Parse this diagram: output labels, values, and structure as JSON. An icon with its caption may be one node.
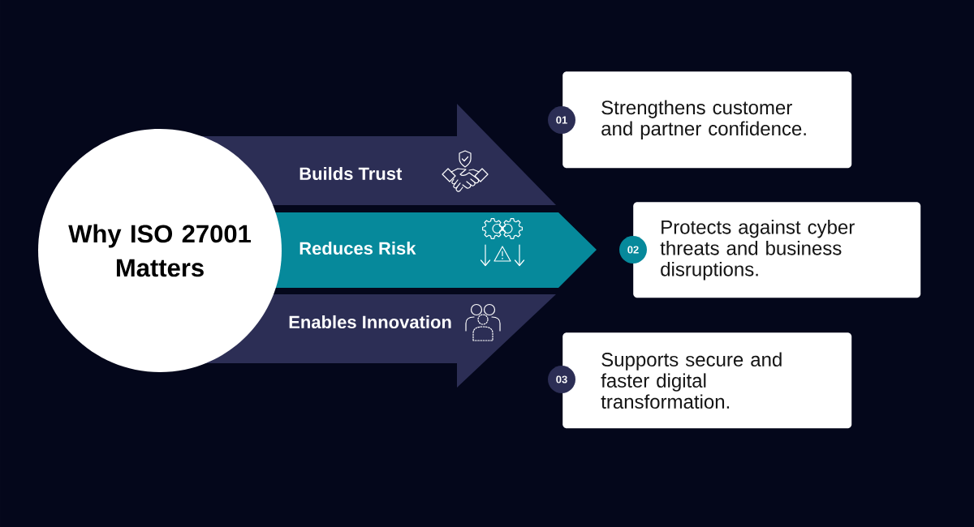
{
  "diagram": {
    "nodes": [
      {
        "text": [
          "Why ISO 27001 Matters"
        ]
      },
      {
        "text": [
          "Builds Trust"
        ]
      },
      {
        "text": [
          "Reduces Risk"
        ]
      },
      {
        "text": [
          "Enables Innovation"
        ]
      },
      {
        "text": [
          "01"
        ]
      },
      {
        "text": [
          "Strengthens customer and partner confidence."
        ]
      },
      {
        "text": [
          "02"
        ]
      },
      {
        "text": [
          "Protects against cyber threats and business disruptions."
        ]
      },
      {
        "text": [
          "03"
        ]
      },
      {
        "text": [
          "Supports secure and faster digital transformation."
        ]
      }
    ]
  }
}
